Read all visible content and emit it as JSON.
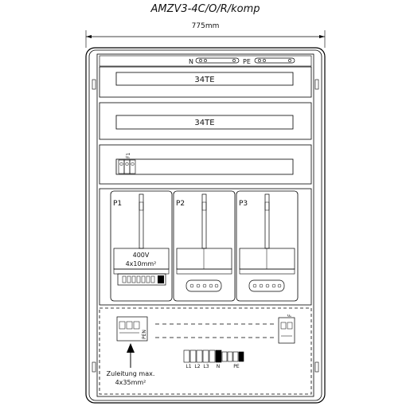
{
  "title": "AMZV3-4C/O/R/komp",
  "width_label": "775mm",
  "top_rail": {
    "n_label": "N",
    "pe_label": "PE"
  },
  "rows": [
    {
      "label": "34TE"
    },
    {
      "label": "34TE"
    }
  ],
  "fuse_label": "F1",
  "meter_panels": [
    {
      "label": "P1",
      "voltage": "400V",
      "cable": "4x10mm²"
    },
    {
      "label": "P2"
    },
    {
      "label": "P3"
    }
  ],
  "bottom": {
    "left_terminal_label": "PEN",
    "right_fuse_label": "F",
    "terminals": [
      "L1",
      "L2",
      "L3",
      "N",
      "PE"
    ],
    "supply_line1": "Zuleitung max.",
    "supply_line2": "4x35mm²"
  }
}
